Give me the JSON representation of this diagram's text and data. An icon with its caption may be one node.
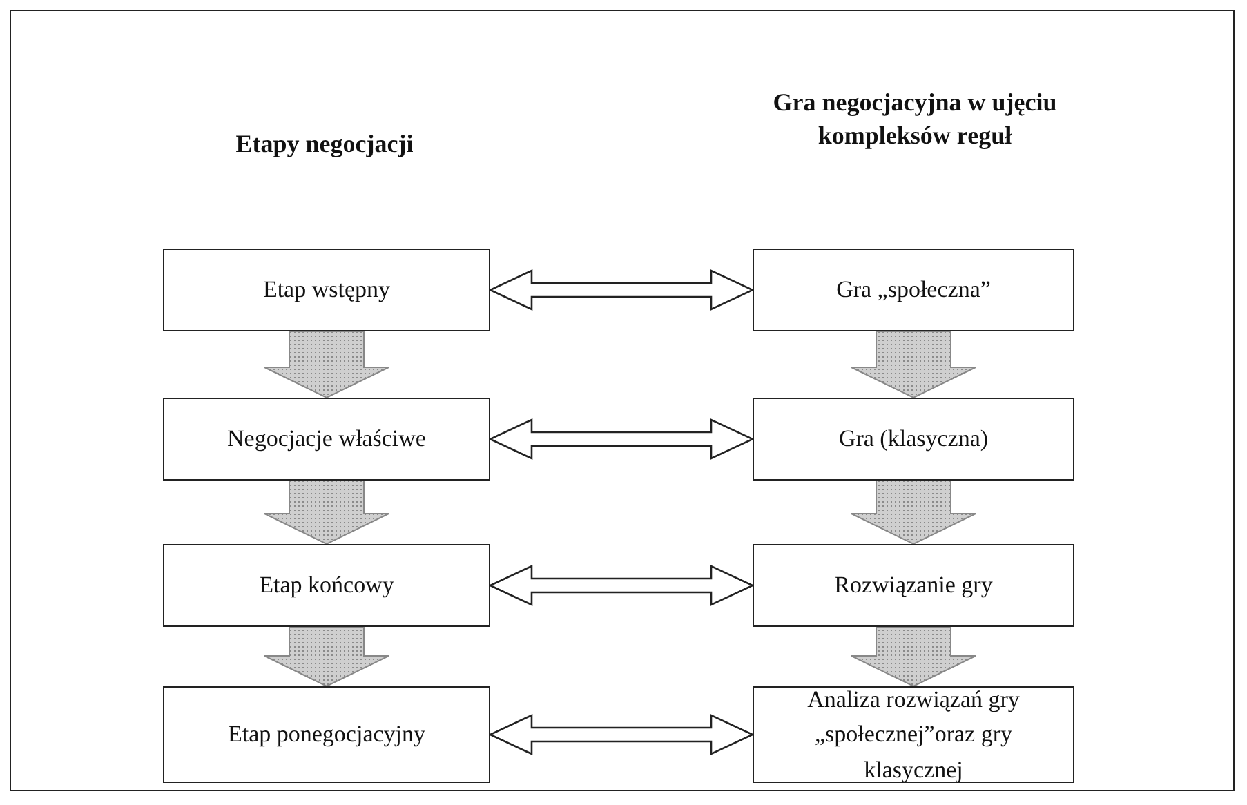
{
  "diagram": {
    "nodes": [
      {
        "text": [
          "Etap wstępny"
        ]
      },
      {
        "text": [
          "Gra „społeczna”"
        ]
      },
      {
        "text": [
          "Negocjacje właściwe"
        ]
      },
      {
        "text": [
          "Gra (klasyczna)"
        ]
      },
      {
        "text": [
          "Etap końcowy"
        ]
      },
      {
        "text": [
          "Rozwiązanie gry"
        ]
      },
      {
        "text": [
          "Etap ponegocjacyjny"
        ]
      },
      {
        "text": [
          "Analiza rozwiązań gry „społecznej”oraz gry klasycznej"
        ]
      }
    ],
    "edges": [
      {
        "from": 0,
        "to": 1,
        "arrow": "both"
      },
      {
        "from": 2,
        "to": 3,
        "arrow": "both"
      },
      {
        "from": 4,
        "to": 5,
        "arrow": "both"
      },
      {
        "from": 6,
        "to": 7,
        "arrow": "both"
      },
      {
        "from": 0,
        "to": 2,
        "arrow": "to",
        "style": "thick"
      },
      {
        "from": 2,
        "to": 4,
        "arrow": "to",
        "style": "thick"
      },
      {
        "from": 4,
        "to": 6,
        "arrow": "to",
        "style": "thick"
      },
      {
        "from": 1,
        "to": 3,
        "arrow": "to",
        "style": "thick"
      },
      {
        "from": 3,
        "to": 5,
        "arrow": "to",
        "style": "thick"
      },
      {
        "from": 5,
        "to": 7,
        "arrow": "to",
        "style": "thick"
      }
    ],
    "labels": [
      "Etapy negocjacji",
      "Gra negocjacyjna w ujęciu kompleksów reguł"
    ]
  }
}
